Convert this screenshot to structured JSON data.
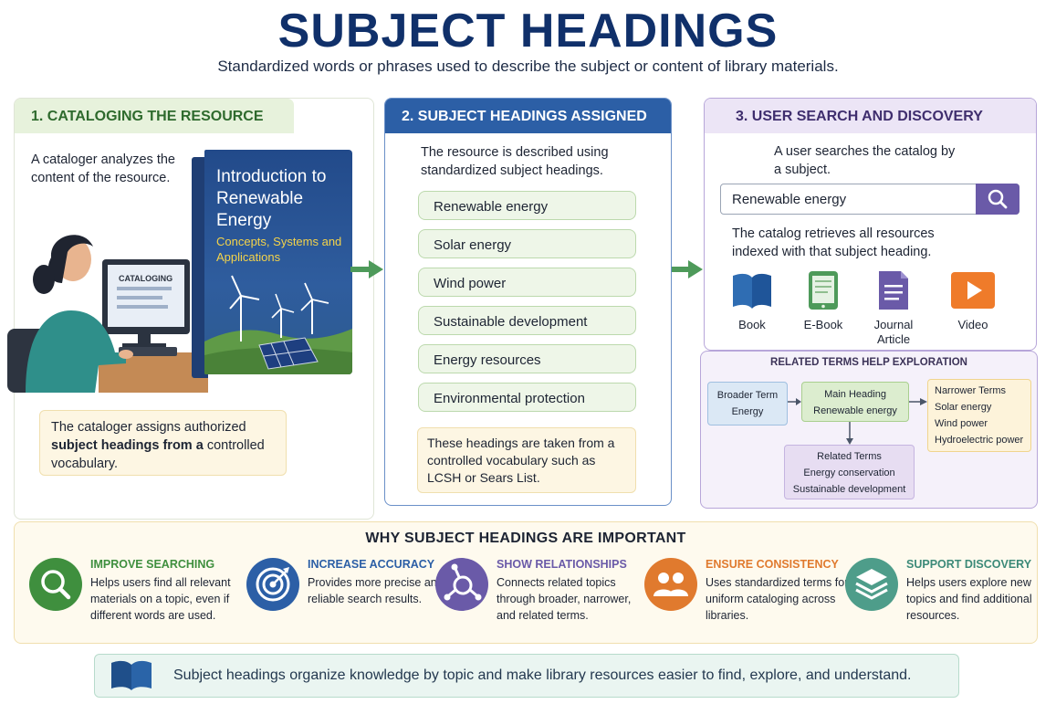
{
  "header": {
    "title": "SUBJECT HEADINGS",
    "subtitle": "Standardized words or phrases used to describe the subject or content of library materials."
  },
  "panel1": {
    "title": "1.  CATALOGING THE RESOURCE",
    "intro": "A cataloger analyzes the content of the resource.",
    "screen_label": "CATALOGING",
    "book_title": "Introduction to Renewable Energy",
    "book_subtitle": "Concepts, Systems and Applications",
    "note_part1": "The cataloger assigns authorized ",
    "note_bold": "subject headings from a",
    "note_part2": " controlled vocabulary."
  },
  "panel2": {
    "title": "2.  SUBJECT HEADINGS ASSIGNED",
    "intro": "The resource is described using standardized subject headings.",
    "headings": [
      "Renewable energy",
      "Solar energy",
      "Wind power",
      "Sustainable development",
      "Energy resources",
      "Environmental protection"
    ],
    "note": "These headings are taken from a controlled vocabulary such as LCSH or Sears List."
  },
  "panel3": {
    "title": "3.  USER SEARCH AND DISCOVERY",
    "intro": "A user searches the catalog by a subject.",
    "search_value": "Renewable energy",
    "result_text": "The catalog retrieves all resources indexed with that subject heading.",
    "resources": [
      "Book",
      "E-Book",
      "Journal Article",
      "Video"
    ],
    "resource_colors": [
      "#2f6db3",
      "#4e9a5a",
      "#6a5aa8",
      "#ef7b2a"
    ]
  },
  "related": {
    "title": "RELATED TERMS HELP EXPLORATION",
    "broader_label": "Broader Term",
    "broader_value": "Energy",
    "main_label": "Main Heading",
    "main_value": "Renewable energy",
    "narrower_label": "Narrower Terms",
    "narrower_values": [
      "Solar energy",
      "Wind power",
      "Hydroelectric power"
    ],
    "related_label": "Related Terms",
    "related_values": [
      "Energy conservation",
      "Sustainable development"
    ]
  },
  "why": {
    "title": "WHY SUBJECT HEADINGS ARE IMPORTANT",
    "items": [
      {
        "heading": "IMPROVE SEARCHING",
        "desc": "Helps users find all relevant materials on a topic, even if different words are used.",
        "color": "#3f8f3e",
        "icon": "magnifier-icon"
      },
      {
        "heading": "INCREASE ACCURACY",
        "desc": "Provides more precise and reliable search results.",
        "color": "#2c5fa6",
        "icon": "target-icon"
      },
      {
        "heading": "SHOW RELATIONSHIPS",
        "desc": "Connects related topics through broader, narrower, and related terms.",
        "color": "#6a5aa8",
        "icon": "network-icon"
      },
      {
        "heading": "ENSURE CONSISTENCY",
        "desc": "Uses standardized terms for uniform cataloging across libraries.",
        "color": "#e07a2e",
        "icon": "people-icon"
      },
      {
        "heading": "SUPPORT DISCOVERY",
        "desc": "Helps users explore new topics and find additional resources.",
        "color": "#4e9d8a",
        "icon": "layers-icon"
      }
    ]
  },
  "footer": {
    "text": "Subject headings organize knowledge by topic and make library resources easier to find, explore, and understand."
  }
}
